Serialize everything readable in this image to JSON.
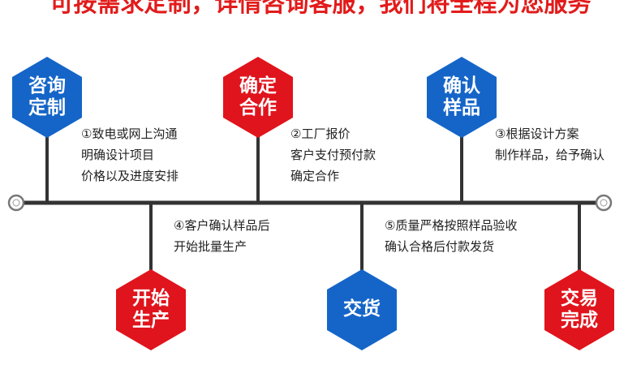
{
  "header": {
    "headline": "可按需求定制，详情咨询客服，我们将全程为您服务"
  },
  "colors": {
    "blue": "#1565c8",
    "red": "#e0141c",
    "line": "#333333",
    "headline": "#e21b1b"
  },
  "steps": [
    {
      "label_lines": [
        "咨询",
        "定制"
      ],
      "color": "blue",
      "note_lines": [
        "①致电或网上沟通",
        "明确设计项目",
        "价格以及进度安排"
      ]
    },
    {
      "label_lines": [
        "确定",
        "合作"
      ],
      "color": "red",
      "note_lines": [
        "②工厂报价",
        "客户支付预付款",
        "确定合作"
      ]
    },
    {
      "label_lines": [
        "确认",
        "样品"
      ],
      "color": "blue",
      "note_lines": [
        "③根据设计方案",
        "制作样品，给予确认"
      ]
    },
    {
      "label_lines": [
        "开始",
        "生产"
      ],
      "color": "red",
      "note_lines": [
        "④客户确认样品后",
        "开始批量生产"
      ]
    },
    {
      "label_lines": [
        "交货"
      ],
      "color": "blue",
      "note_lines": [
        "⑤质量严格按照样品验收",
        "确认合格后付款发货"
      ]
    },
    {
      "label_lines": [
        "交易",
        "完成"
      ],
      "color": "red",
      "note_lines": []
    }
  ]
}
